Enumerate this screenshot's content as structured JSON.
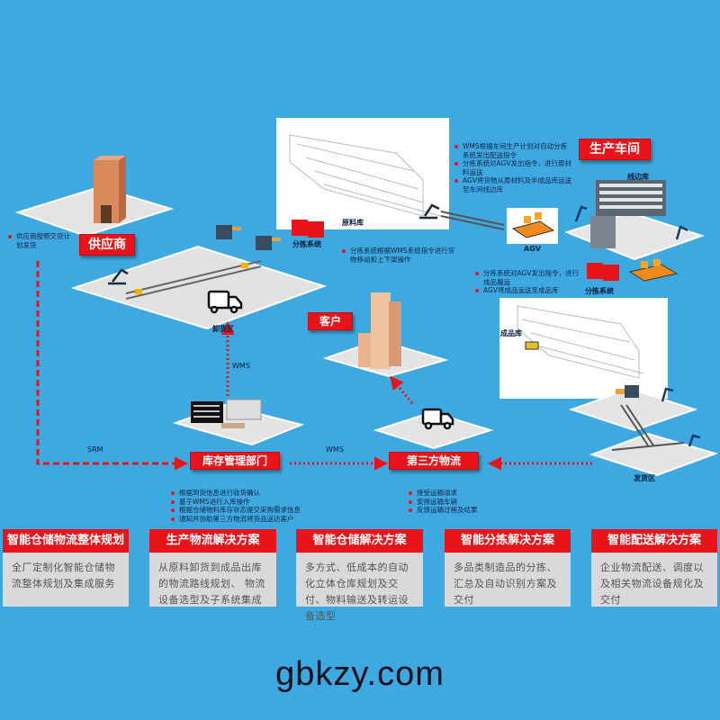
{
  "diagram": {
    "nodes": {
      "supplier": "供应商",
      "production_workshop": "生产车间",
      "customer": "客户",
      "inventory_dept": "库存管理部门",
      "third_party_logistics": "第三方物流"
    },
    "area_labels": {
      "raw_material_warehouse": "原料库",
      "sorting_system_1": "分拣系统",
      "sorting_system_2": "分拣系统",
      "line_side_warehouse": "线边库",
      "agv": "AGV",
      "finished_goods_warehouse": "成品库",
      "unloading_area": "卸货区",
      "shipping_area": "发货区"
    },
    "edge_labels": {
      "srm": "SRM",
      "wms_vertical": "WMS",
      "wms_horizontal": "WMS"
    },
    "notes": {
      "supplier": [
        "供应商按照交货计划发货"
      ],
      "production": [
        "WMS根据车间生产计划对自动分拣系统发出配送指令",
        "分拣系统对AGV发出指令，进行原材料运送",
        "AGV将货物从原材料及半成品库运送至车间线边库"
      ],
      "sorting": [
        "分拣系统根据WMS系统指令进行货物移动和上下架操作"
      ],
      "finished": [
        "分拣系统对AGV发出指令，进行成品搬运",
        "AGV将成品运送至成品库"
      ],
      "inventory": [
        "根据到货信息进行收货确认",
        "基于WMS进行入库操作",
        "根据仓储物料库存状态提交采购需求信息",
        "通知并协助第三方物流将货品送达客户"
      ],
      "logistics": [
        "接受运输请求",
        "安排运输车辆",
        "反馈运输过程及结果"
      ]
    }
  },
  "solutions": [
    {
      "title": "智能仓储物流整体规划",
      "desc": "全厂定制化智能仓储物流整体规划及集成服务"
    },
    {
      "title": "生产物流解决方案",
      "desc": "从原料卸货到成品出库的物流路线规划、 物流设备选型及子系统集成"
    },
    {
      "title": "智能仓储解决方案",
      "desc": "多方式、低成本的自动化立体仓库规划及交付、物料输送及转运设备选型"
    },
    {
      "title": "智能分拣解决方案",
      "desc": "多品类制造品的分拣、汇总及自动识别方案及交付"
    },
    {
      "title": "智能配送解决方案",
      "desc": "企业物流配送、调度以及相关物流设备规化及交付"
    }
  ],
  "footer": {
    "watermark": "gbkzy.com"
  },
  "colors": {
    "background": "#3ea9e0",
    "accent_red": "#e8141a",
    "card_bg": "#d9d9d9"
  }
}
